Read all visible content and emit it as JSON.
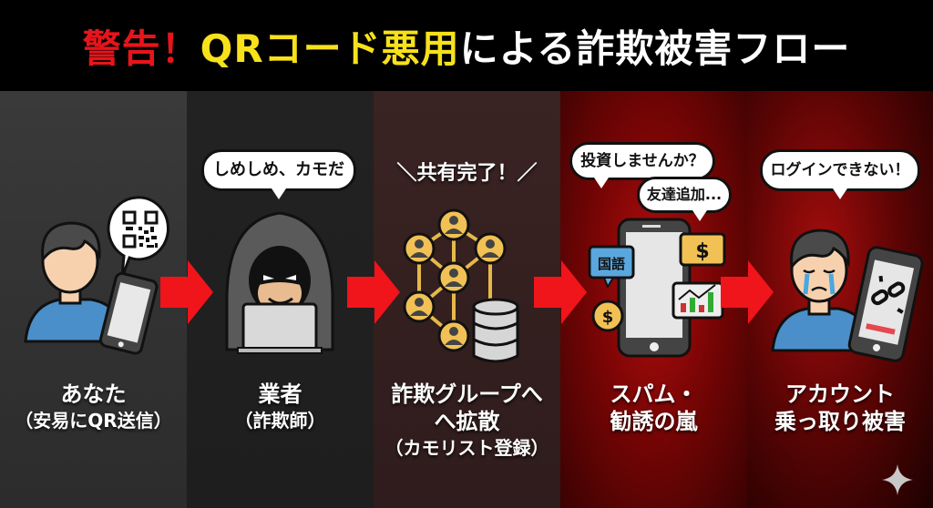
{
  "header": {
    "title_parts": [
      {
        "text": "警告！",
        "color": "#e8141b"
      },
      {
        "text": "QRコード悪用",
        "color": "#f6e11b"
      },
      {
        "text": "による詐欺被害フロー",
        "color": "#ffffff"
      }
    ]
  },
  "colors": {
    "arrow": "#f0141b",
    "header_bg": "#000000",
    "accent_yellow": "#f4c542",
    "accent_blue": "#4a90c8"
  },
  "steps": [
    {
      "id": "you",
      "label_main": "あなた",
      "label_sub": "（安易にQR送信）",
      "speech": "",
      "icon": "person-with-qr-phone-icon"
    },
    {
      "id": "scammer",
      "label_main": "業者",
      "label_sub": "（詐欺師）",
      "speech": "しめしめ、カモだ",
      "icon": "hooded-hacker-laptop-icon"
    },
    {
      "id": "spread",
      "label_main": "詐欺グループへ",
      "label_main2": "へ拡散",
      "label_sub": "（カモリスト登録）",
      "speech": "＼共有完了！／",
      "icon": "network-database-icon"
    },
    {
      "id": "spam",
      "label_main": "スパム・",
      "label_main2": "勧誘の嵐",
      "label_sub": "",
      "speech": "投資しませんか？",
      "speech2": "友達追加...",
      "chip_language": "国語",
      "chip_dollar": "$",
      "icon": "phone-spam-messages-icon"
    },
    {
      "id": "takeover",
      "label_main": "アカウント",
      "label_main2": "乗っ取り被害",
      "label_sub": "",
      "speech": "ログインできない！",
      "icon": "crying-person-broken-link-phone-icon"
    }
  ]
}
